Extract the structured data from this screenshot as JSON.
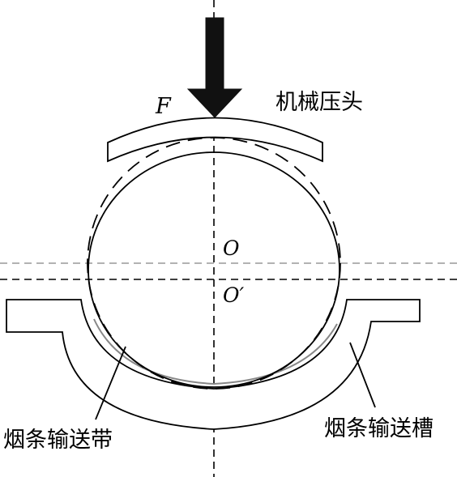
{
  "labels": {
    "force": "F",
    "press_head": "机械压头",
    "center_original": "O",
    "center_shifted": "O′",
    "belt": "烟条输送带",
    "groove": "烟条输送槽"
  },
  "colors": {
    "line": "#000000",
    "dashed_gray": "#999999",
    "arrow": "#111111"
  }
}
